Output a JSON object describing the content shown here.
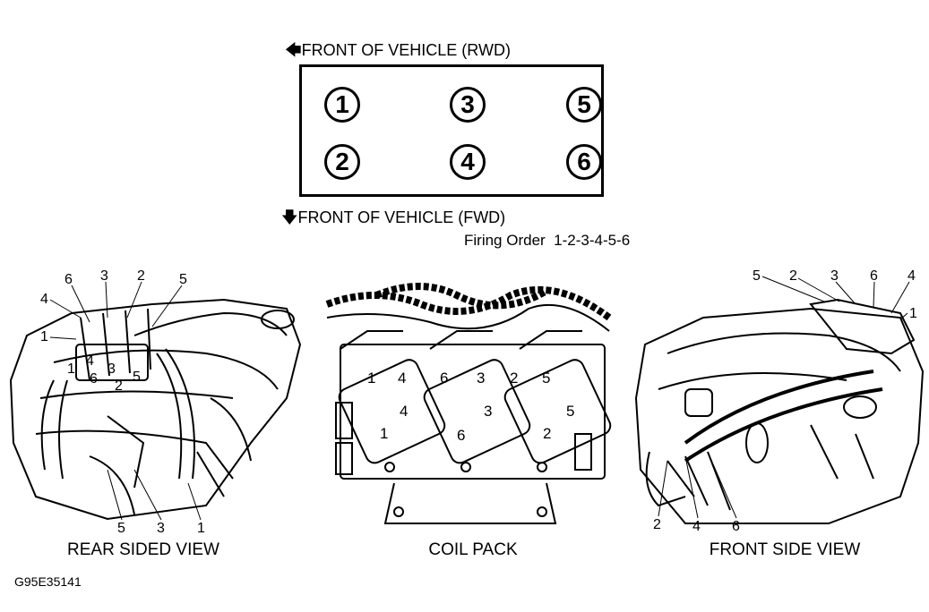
{
  "header": {
    "rwd_label": "FRONT OF VEHICLE (RWD)",
    "fwd_label": "FRONT OF VEHICLE (FWD)",
    "firing_order_label": "Firing Order",
    "firing_order_value": "1-2-3-4-5-6"
  },
  "cylinders": {
    "top": [
      "1",
      "3",
      "5"
    ],
    "bottom": [
      "2",
      "4",
      "6"
    ]
  },
  "rear_view": {
    "label": "REAR SIDED VIEW",
    "callouts_top": [
      "6",
      "3",
      "2",
      "5"
    ],
    "callouts_left": [
      "4",
      "1"
    ],
    "callouts_plug": [
      "4",
      "3",
      "1",
      "6",
      "2",
      "5"
    ],
    "callouts_bottom": [
      "5",
      "3",
      "1"
    ]
  },
  "coil_pack": {
    "label": "COIL PACK",
    "towers": [
      "1",
      "4",
      "6",
      "3",
      "2",
      "5"
    ],
    "faces": [
      "4",
      "1",
      "3",
      "6",
      "5",
      "2"
    ]
  },
  "front_view": {
    "label": "FRONT SIDE VIEW",
    "callouts_top": [
      "5",
      "2",
      "3",
      "6",
      "4",
      "1"
    ],
    "callouts_bottom": [
      "2",
      "4",
      "6"
    ]
  },
  "figure_code": "G95E35141"
}
